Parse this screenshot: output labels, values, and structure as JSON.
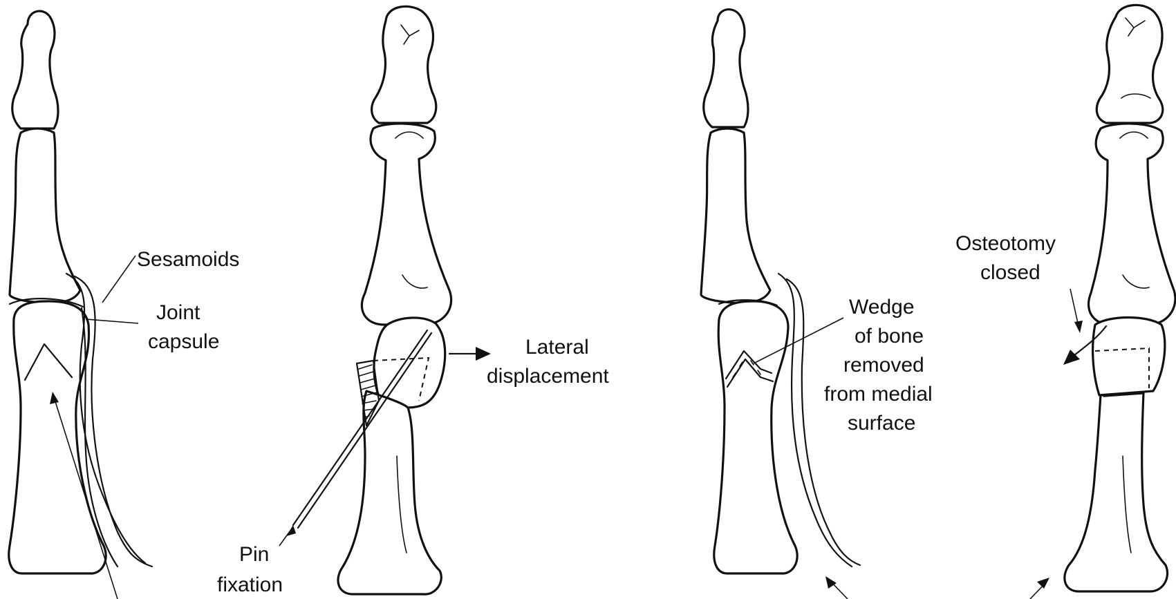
{
  "labels": {
    "sesamoids": "Sesamoids",
    "joint_capsule_1": "Joint",
    "joint_capsule_2": "capsule",
    "lateral_1": "Lateral",
    "lateral_2": "displacement",
    "pin_1": "Pin",
    "pin_2": "fixation",
    "wedge_1": "Wedge",
    "wedge_2": "of bone",
    "wedge_3": "removed",
    "wedge_4": "from medial",
    "wedge_5": "surface",
    "osteotomy_1": "Osteotomy",
    "osteotomy_2": "closed"
  },
  "colors": {
    "line": "#111111",
    "background": "#ffffff"
  }
}
